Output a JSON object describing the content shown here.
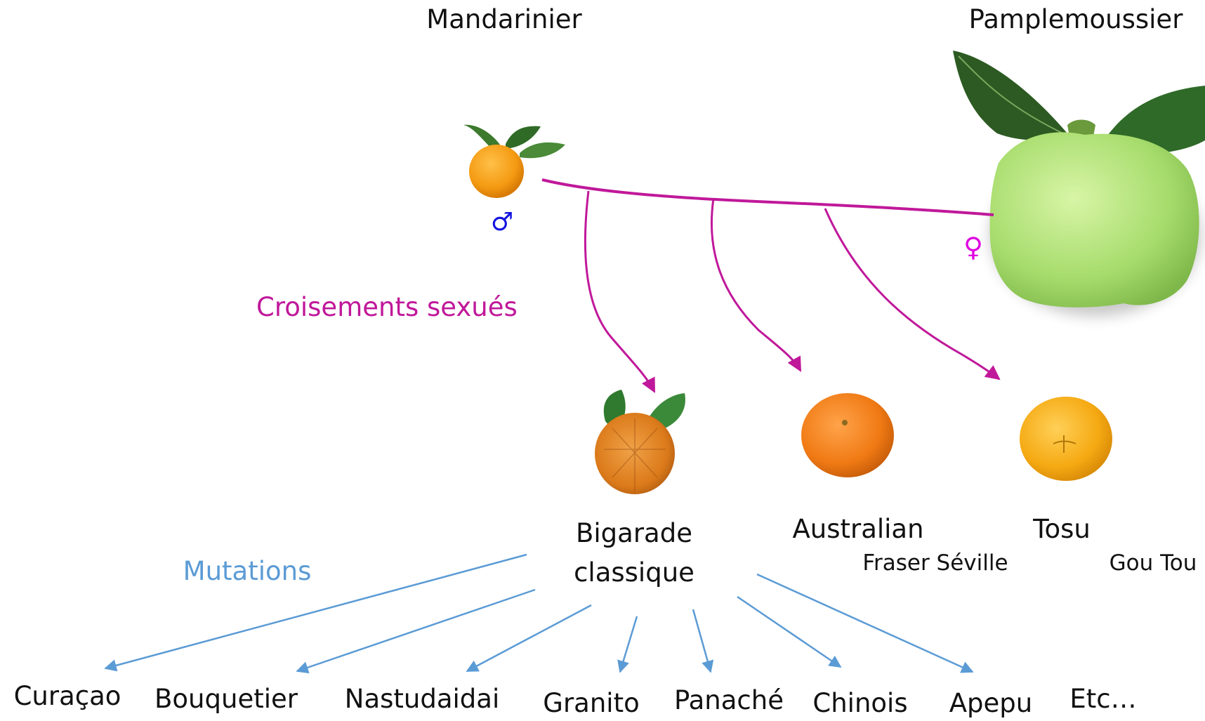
{
  "parents": {
    "male": {
      "name": "Mandarinier",
      "symbol": "♂"
    },
    "female": {
      "name": "Pamplemoussier",
      "symbol": "♀"
    }
  },
  "crossing_label": "Croisements sexués",
  "mutation_label": "Mutations",
  "hybrids": [
    {
      "name_line1": "Bigarade",
      "name_line2": "classique"
    },
    {
      "name": "Australian",
      "sub": "Fraser Séville"
    },
    {
      "name": "Tosu",
      "sub": "Gou Tou"
    }
  ],
  "mutations": [
    "Curaçao",
    "Bouquetier",
    "Nastudaidai",
    "Granito",
    "Panaché",
    "Chinois",
    "Apepu",
    "Etc…"
  ],
  "colors": {
    "crossing": "#c0189a",
    "mutation": "#5b9bd5",
    "male": "#1414e0",
    "female": "#e000e0"
  }
}
